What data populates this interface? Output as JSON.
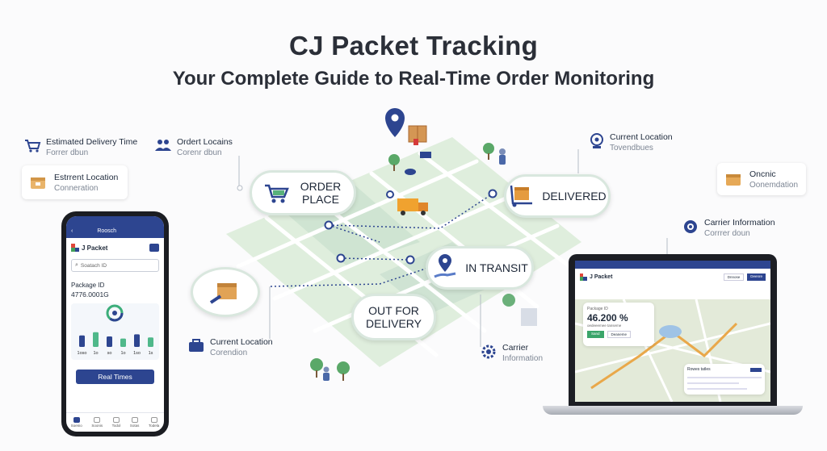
{
  "header": {
    "title": "CJ Packet Tracking",
    "subtitle": "Your Complete Guide to Real-Time Order Monitoring"
  },
  "callouts": {
    "est_delivery": {
      "title": "Estimated Delivery Time",
      "sub": "Forrer dbun",
      "icon": "cart-icon"
    },
    "est_location": {
      "title": "Estrrent Location",
      "sub": "Conneration",
      "icon": "package-icon"
    },
    "order_location": {
      "title": "Ordert Locains",
      "sub": "Corenr dbun",
      "icon": "people-icon"
    },
    "current_location_top": {
      "title": "Current Location",
      "sub": "Tovendbues",
      "icon": "location-icon"
    },
    "oncnic": {
      "title": "Oncnic",
      "sub": "Oonemdation",
      "icon": "box-icon"
    },
    "carrier_info_top": {
      "title": "Carrier Information",
      "sub": "Corrrer doun",
      "icon": "globe-icon"
    },
    "current_location_bottom": {
      "title": "Current Location",
      "sub": "Corendion",
      "icon": "briefcase-icon"
    },
    "carrier_info_bottom": {
      "title": "Carrier",
      "sub": "Information",
      "icon": "gear-icon"
    }
  },
  "stages": {
    "order_placed": "ORDER PLACE",
    "delivered": "DELIVERED",
    "in_transit": "IN TRANSIT",
    "out_for_delivery": "OUT FOR DELIVERY"
  },
  "phone": {
    "top_bar": "Roosch",
    "app_name": "J Packet",
    "search_placeholder": "Soatach ID",
    "package_label": "Package ID",
    "package_id": "4776.0001G",
    "chart_labels": [
      "1oso",
      "1o",
      "so",
      "1o",
      "1so",
      "1s"
    ],
    "chart_values": [
      0.55,
      0.7,
      0.5,
      0.4,
      0.6,
      0.45
    ],
    "cta": "Real Times",
    "nav": [
      "Soenio",
      "Soonis",
      "Todol",
      "Sotas",
      "Todela"
    ]
  },
  "laptop": {
    "app_name": "J Packet",
    "btn_secondary": "Dnnose",
    "btn_primary": "Deenre",
    "info_label": "Package ID",
    "info_value": "46.200 %",
    "info_sub": "oedeeemee tanseme",
    "info_btn_primary": "Sand",
    "info_btn_secondary": "Deaneme",
    "panel_title": "Rowes tatles"
  },
  "colors": {
    "primary": "#2d4590",
    "map_green": "#dcecdc",
    "pill_border": "#d9e7de"
  }
}
